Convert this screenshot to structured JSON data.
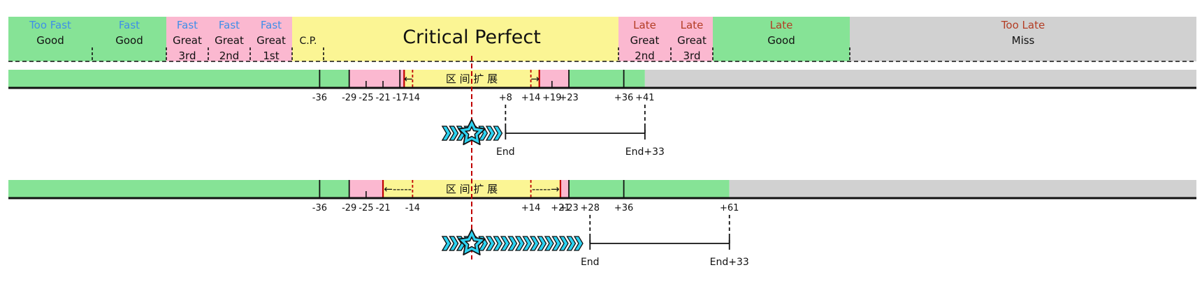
{
  "colors": {
    "good": "#86e396",
    "great": "#fbb8d0",
    "perfect": "#fbf594",
    "miss": "#d1d1d1",
    "fast": "#3f8fe8",
    "late": "#b33d24",
    "marker": "#c00000",
    "slide": "#2dd3f2"
  },
  "header": {
    "title": "Critical Perfect",
    "zones": [
      {
        "top": "Too Fast",
        "label": "Good",
        "sub": "",
        "tone": "fast",
        "zone": "good"
      },
      {
        "top": "Fast",
        "label": "Good",
        "sub": "",
        "tone": "fast",
        "zone": "good"
      },
      {
        "top": "Fast",
        "label": "Great",
        "sub": "3rd",
        "tone": "fast",
        "zone": "great"
      },
      {
        "top": "Fast",
        "label": "Great",
        "sub": "2nd",
        "tone": "fast",
        "zone": "great"
      },
      {
        "top": "Fast",
        "label": "Great",
        "sub": "1st",
        "tone": "fast",
        "zone": "great"
      },
      {
        "top": "",
        "label": "C.P.",
        "sub": "",
        "tone": "none",
        "zone": "perfect"
      },
      {
        "top": "Late",
        "label": "Great",
        "sub": "2nd",
        "tone": "late",
        "zone": "great"
      },
      {
        "top": "Late",
        "label": "Great",
        "sub": "3rd",
        "tone": "late",
        "zone": "great"
      },
      {
        "top": "Late",
        "label": "Good",
        "sub": "",
        "tone": "late",
        "zone": "good"
      },
      {
        "top": "Too Late",
        "label": "Miss",
        "sub": "",
        "tone": "late",
        "zone": "miss"
      }
    ]
  },
  "rows": [
    {
      "band_label": "区 间 扩 展",
      "left_arrow": "←",
      "right_arrow": "→",
      "left_marker": -16,
      "right_marker": 16,
      "good_end": 41,
      "ticks": [
        "-36",
        "-29",
        "-25",
        "-21",
        "-17",
        "-14",
        "+8",
        "+14",
        "+19",
        "+23",
        "+36",
        "+41"
      ],
      "end_label": "End",
      "end_plus_label": "End+33",
      "end_value": 8,
      "end_plus_value": 41
    },
    {
      "band_label": "区 间 扩 展",
      "left_arrow": "←-----",
      "right_arrow": "-----→",
      "left_marker": -21,
      "right_marker": 21,
      "good_end": 61,
      "ticks": [
        "-36",
        "-29",
        "-25",
        "-21",
        "-14",
        "+14",
        "+21",
        "+23",
        "+28",
        "+36",
        "+61"
      ],
      "end_label": "End",
      "end_plus_label": "End+33",
      "end_value": 28,
      "end_plus_value": 61
    }
  ]
}
